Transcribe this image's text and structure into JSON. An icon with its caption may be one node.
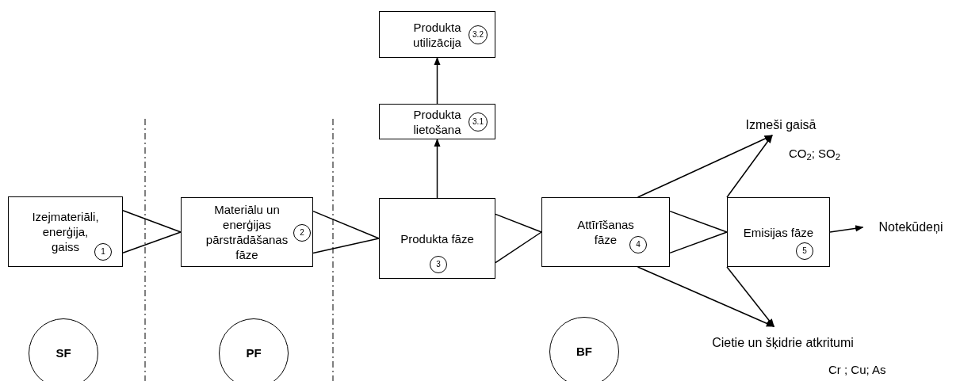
{
  "diagram": {
    "nodes": [
      {
        "text": [
          "Izejmateriāli, enerģija, gaiss",
          "1"
        ]
      },
      {
        "text": [
          "Materiālu un enerģijas pārstrādāšanas fāze",
          "2"
        ]
      },
      {
        "text": [
          "Produkta fāze",
          "3"
        ]
      },
      {
        "text": [
          "Produkta lietošana",
          "3.1"
        ]
      },
      {
        "text": [
          "Produkta utilizācija",
          "3.2"
        ]
      },
      {
        "text": [
          "Attīrīšanas fāze",
          "4"
        ]
      },
      {
        "text": [
          "Emisijas fāze",
          "5"
        ]
      },
      {
        "text": [
          "Izmeši gaisā"
        ],
        "beside": [
          "CO$_{2}$; SO$_{2}$"
        ]
      },
      {
        "text": [
          "Notekūdeņi"
        ]
      },
      {
        "text": [
          "Cietie un šķidrie atkritumi"
        ],
        "beside": [
          "Cr ; Cu; As"
        ]
      },
      {
        "text": [
          "SF"
        ]
      },
      {
        "text": [
          "PF"
        ]
      },
      {
        "text": [
          "BF"
        ]
      }
    ],
    "edges": [
      {
        "from": 0,
        "to": 1,
        "arrow": "none"
      },
      {
        "from": 0,
        "to": 1,
        "arrow": "none"
      },
      {
        "from": 1,
        "to": 2,
        "arrow": "none"
      },
      {
        "from": 1,
        "to": 2,
        "arrow": "none"
      },
      {
        "from": 2,
        "to": 5,
        "arrow": "none"
      },
      {
        "from": 2,
        "to": 5,
        "arrow": "none"
      },
      {
        "from": 5,
        "to": 6,
        "arrow": "none"
      },
      {
        "from": 5,
        "to": 6,
        "arrow": "none"
      },
      {
        "from": 2,
        "to": 3,
        "arrow": "to"
      },
      {
        "from": 3,
        "to": 4,
        "arrow": "to"
      },
      {
        "from": 5,
        "to": 7,
        "arrow": "to"
      },
      {
        "from": 6,
        "to": 7,
        "arrow": "to"
      },
      {
        "from": 5,
        "to": 9,
        "arrow": "to"
      },
      {
        "from": 6,
        "to": 9,
        "arrow": "to"
      },
      {
        "from": 6,
        "to": 8,
        "arrow": "to"
      }
    ]
  }
}
